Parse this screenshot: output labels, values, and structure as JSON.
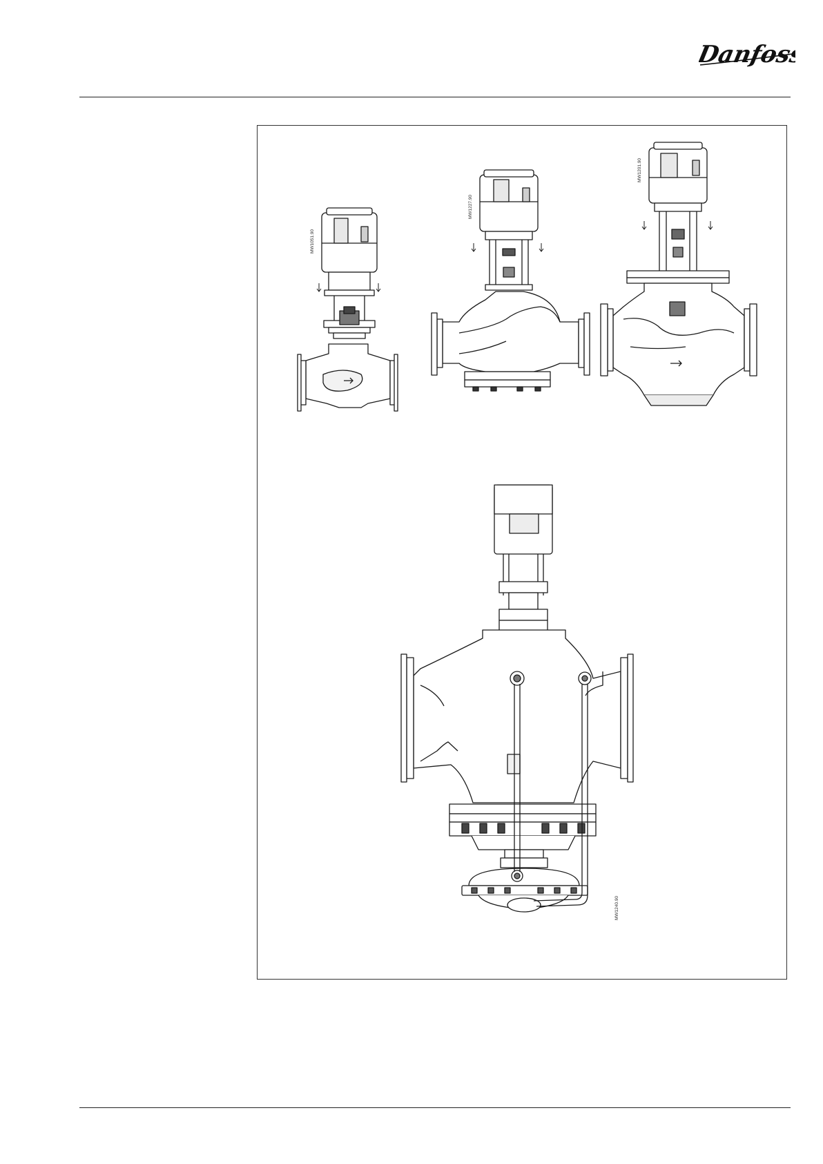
{
  "brand": {
    "logo_text": "Danfoss",
    "color": "#111111"
  },
  "figure": {
    "drawing_ids": [
      "MW1051.90",
      "MW1227.90",
      "MW1201.90",
      "MW1240.90"
    ]
  }
}
